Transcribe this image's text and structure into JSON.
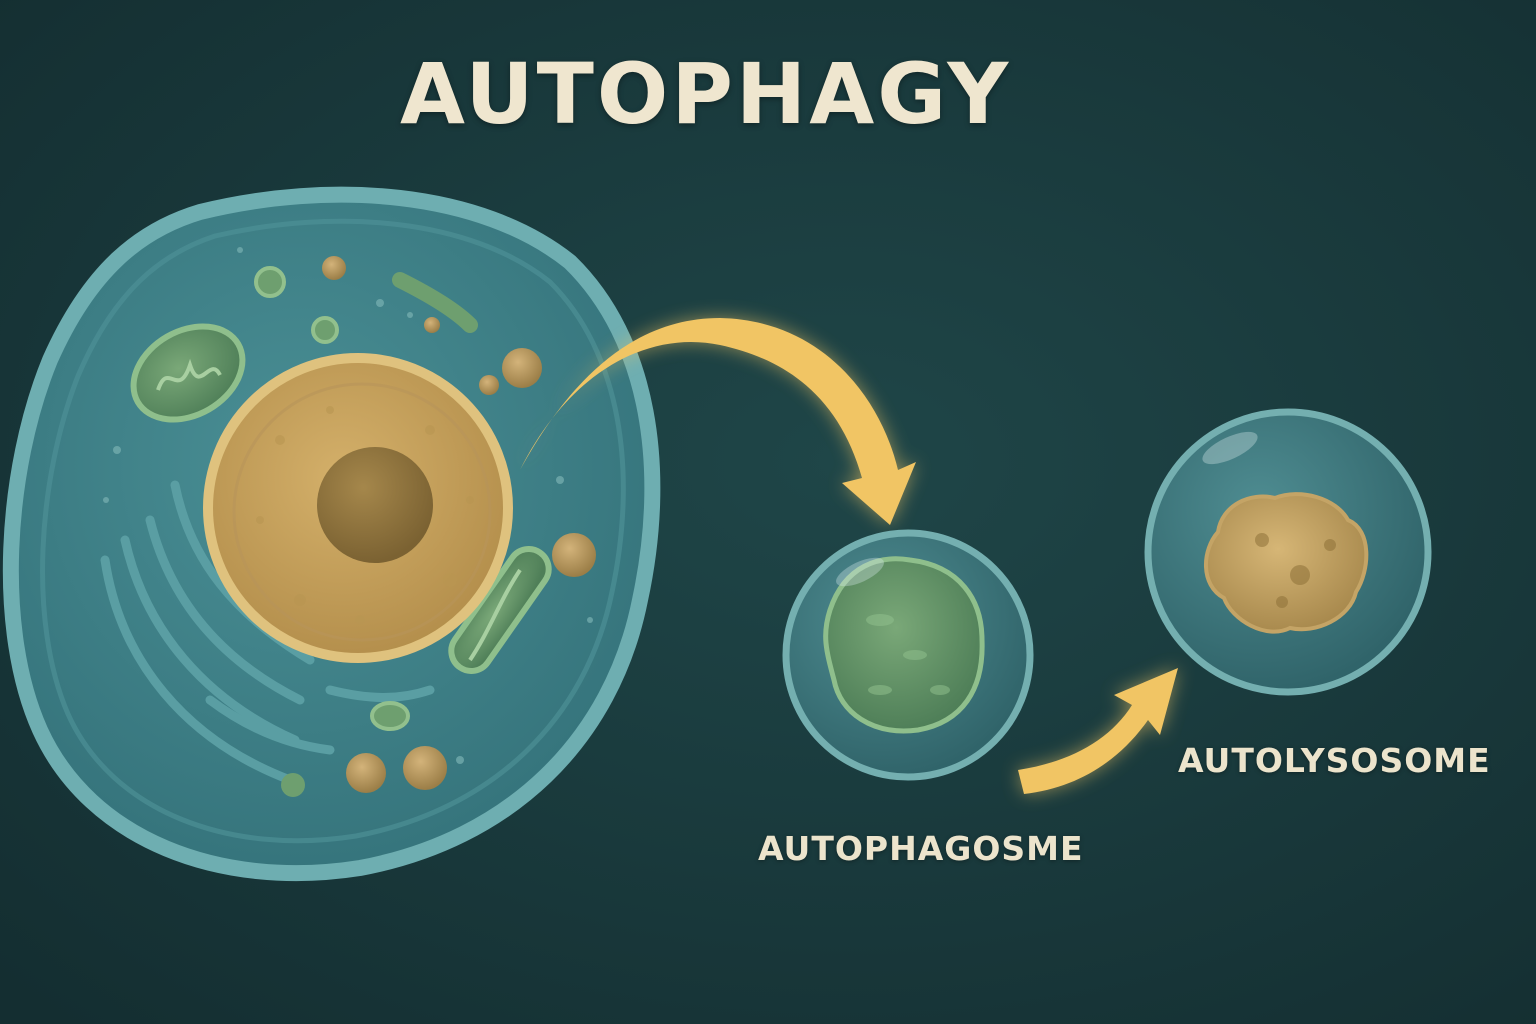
{
  "diagram": {
    "title": "AUTOPHAGY",
    "nodes": [
      {
        "id": "cell",
        "kind": "cell",
        "label": ""
      },
      {
        "id": "autophagosome",
        "kind": "vesicle",
        "label": "AUTOPHAGOSME"
      },
      {
        "id": "autolysosome",
        "kind": "vesicle",
        "label": "AUTOLYSOSOME"
      }
    ],
    "edges": [
      {
        "from": "cell",
        "to": "autophagosome"
      },
      {
        "from": "autophagosome",
        "to": "autolysosome"
      }
    ]
  },
  "colors": {
    "background": "#1a3b3d",
    "cell_membrane": "#5b9fa3",
    "cytoplasm": "#3e8088",
    "nucleus": "#c9a45a",
    "nucleolus": "#8e7138",
    "mitochondria": "#6e9f6f",
    "arrow": "#f1c564",
    "label": "#ece4cc"
  }
}
